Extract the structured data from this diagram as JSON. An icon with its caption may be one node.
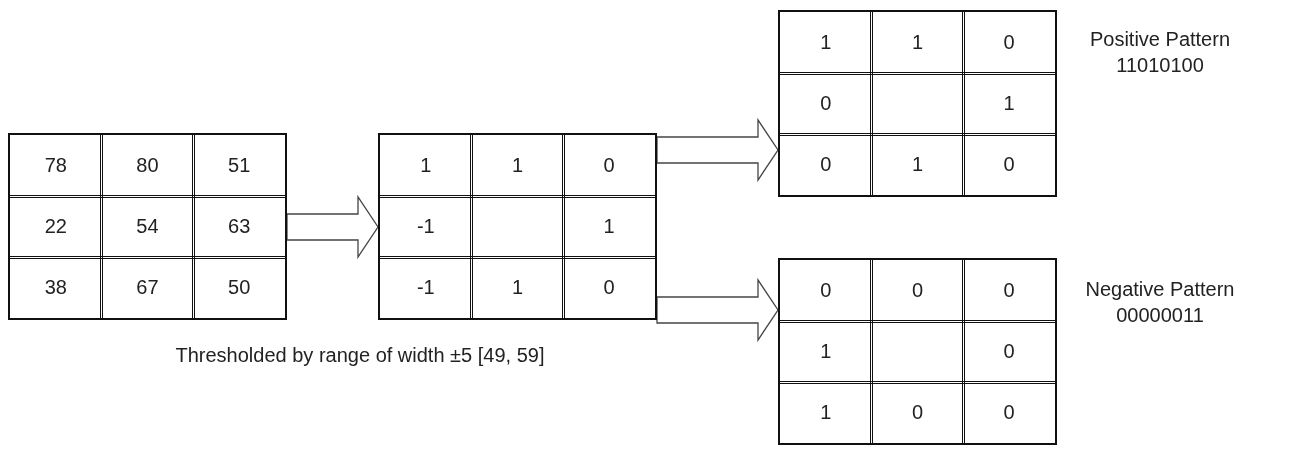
{
  "diagram": {
    "nodes": [
      {
        "text": [
          "78",
          "80",
          "51",
          "22",
          "54",
          "63",
          "38",
          "67",
          "50"
        ]
      },
      {
        "text": [
          "1",
          "1",
          "0",
          "-1",
          "1",
          "-1",
          "1",
          "0"
        ],
        "beside": [
          "Thresholded by range of width ±5 [49, 59]"
        ]
      },
      {
        "text": [
          "1",
          "1",
          "0",
          "0",
          "1",
          "0",
          "1",
          "0"
        ],
        "beside": [
          "Positive Pattern 11010100"
        ]
      },
      {
        "text": [
          "0",
          "0",
          "0",
          "1",
          "0",
          "1",
          "0",
          "0"
        ],
        "beside": [
          "Negative Pattern 00000011"
        ]
      }
    ],
    "edges": [
      {
        "from": 0,
        "to": 1,
        "arrow": "to"
      },
      {
        "from": 1,
        "to": 2,
        "arrow": "to"
      },
      {
        "from": 1,
        "to": 3,
        "arrow": "to"
      }
    ]
  }
}
